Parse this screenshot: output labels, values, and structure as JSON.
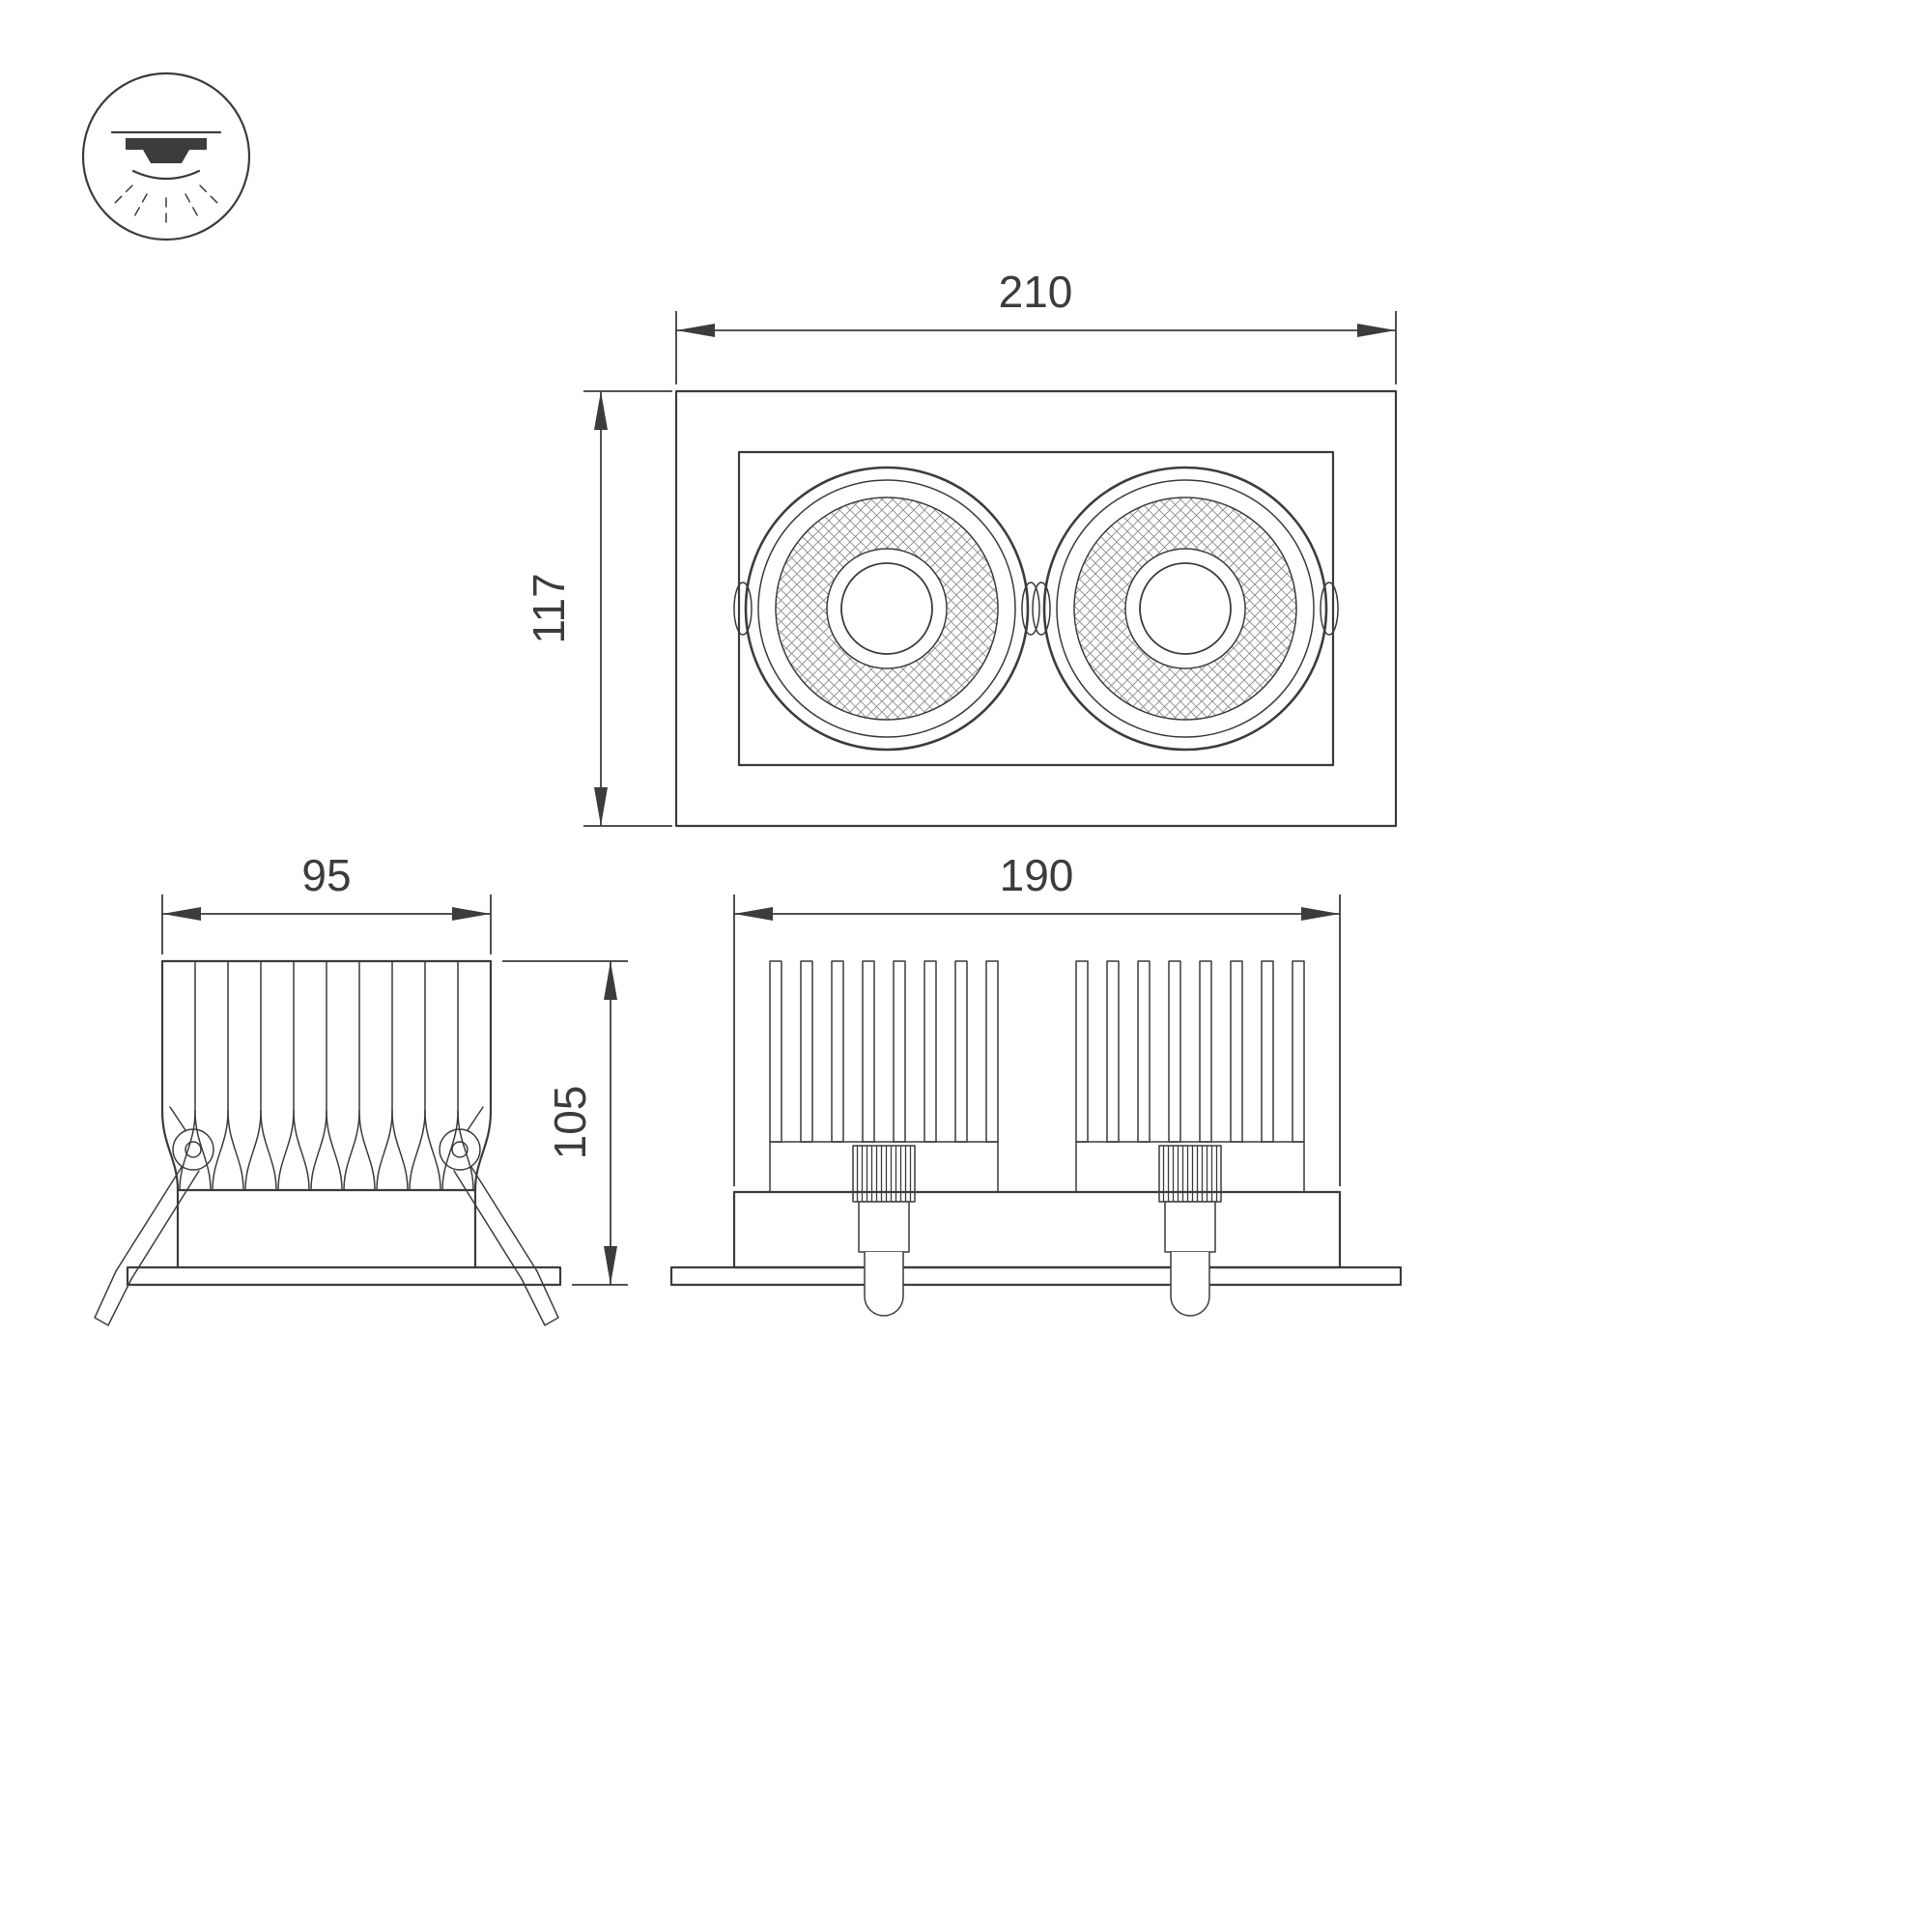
{
  "drawing": {
    "background_color": "#ffffff",
    "line_color": "#3c3c3c",
    "icon": {
      "name": "recessed-downlight-icon"
    },
    "dimensions": {
      "front_width": "210",
      "front_height": "117",
      "side_width": "95",
      "side_height": "105",
      "bottom_width": "190"
    }
  }
}
